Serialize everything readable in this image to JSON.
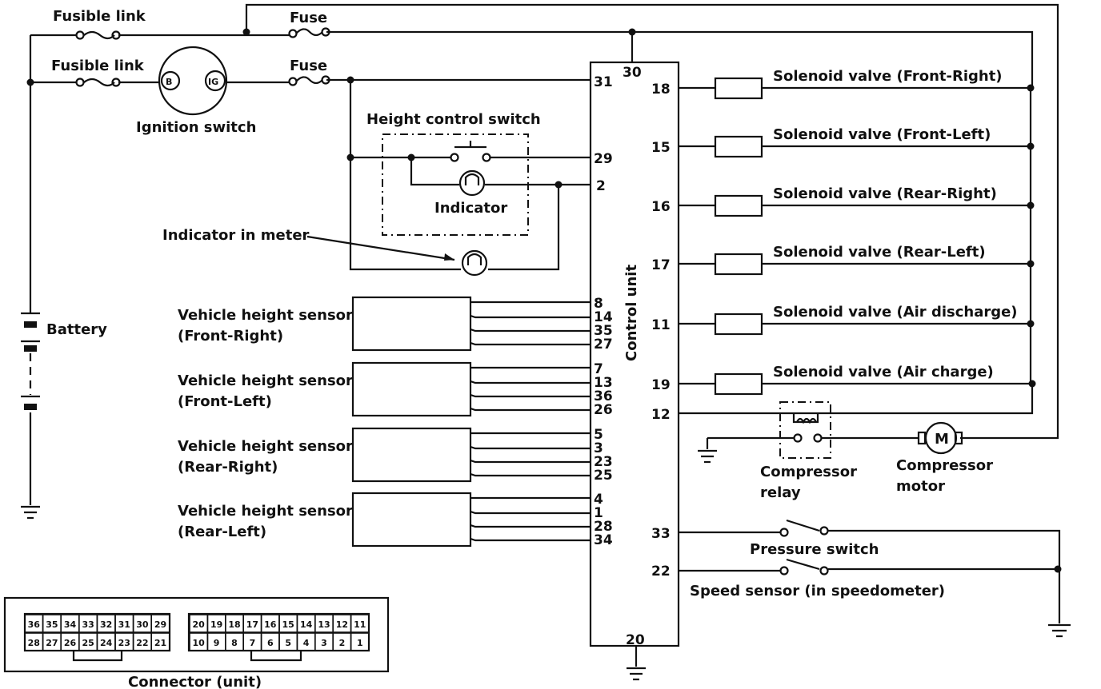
{
  "labels": {
    "fusible_link_1": "Fusible link",
    "fusible_link_2": "Fusible link",
    "fuse_1": "Fuse",
    "fuse_2": "Fuse",
    "ignition_switch": "Ignition switch",
    "ign_b": "B",
    "ign_ig": "IG",
    "height_control_switch": "Height control switch",
    "indicator": "Indicator",
    "indicator_in_meter": "Indicator in meter",
    "battery": "Battery",
    "control_unit": "Control unit",
    "compressor_relay_1": "Compressor",
    "compressor_relay_2": "relay",
    "compressor_motor_1": "Compressor",
    "compressor_motor_2": "motor",
    "motor_symbol": "M",
    "pressure_switch": "Pressure switch",
    "speed_sensor": "Speed sensor (in speedometer)",
    "connector_unit": "Connector (unit)"
  },
  "sensors": [
    {
      "line1": "Vehicle height sensor",
      "line2": "(Front-Right)",
      "pins": [
        "8",
        "14",
        "35",
        "27"
      ]
    },
    {
      "line1": "Vehicle height sensor",
      "line2": "(Front-Left)",
      "pins": [
        "7",
        "13",
        "36",
        "26"
      ]
    },
    {
      "line1": "Vehicle height sensor",
      "line2": "(Rear-Right)",
      "pins": [
        "5",
        "3",
        "23",
        "25"
      ]
    },
    {
      "line1": "Vehicle height sensor",
      "line2": "(Rear-Left)",
      "pins": [
        "4",
        "1",
        "28",
        "34"
      ]
    }
  ],
  "solenoids": [
    {
      "pin": "18",
      "label": "Solenoid valve (Front-Right)"
    },
    {
      "pin": "15",
      "label": "Solenoid valve (Front-Left)"
    },
    {
      "pin": "16",
      "label": "Solenoid valve (Rear-Right)"
    },
    {
      "pin": "17",
      "label": "Solenoid valve (Rear-Left)"
    },
    {
      "pin": "11",
      "label": "Solenoid valve (Air discharge)"
    },
    {
      "pin": "19",
      "label": "Solenoid valve (Air charge)"
    }
  ],
  "unit_pins": {
    "p30": "30",
    "p31": "31",
    "p29": "29",
    "p2": "2",
    "p12": "12",
    "p33": "33",
    "p22": "22",
    "p20": "20"
  },
  "connector": {
    "left_top": [
      "36",
      "35",
      "34",
      "33",
      "32",
      "31",
      "30",
      "29"
    ],
    "left_bottom": [
      "28",
      "27",
      "26",
      "25",
      "24",
      "23",
      "22",
      "21"
    ],
    "right_top": [
      "20",
      "19",
      "18",
      "17",
      "16",
      "15",
      "14",
      "13",
      "12",
      "11"
    ],
    "right_bottom": [
      "10",
      "9",
      "8",
      "7",
      "6",
      "5",
      "4",
      "3",
      "2",
      "1"
    ]
  }
}
